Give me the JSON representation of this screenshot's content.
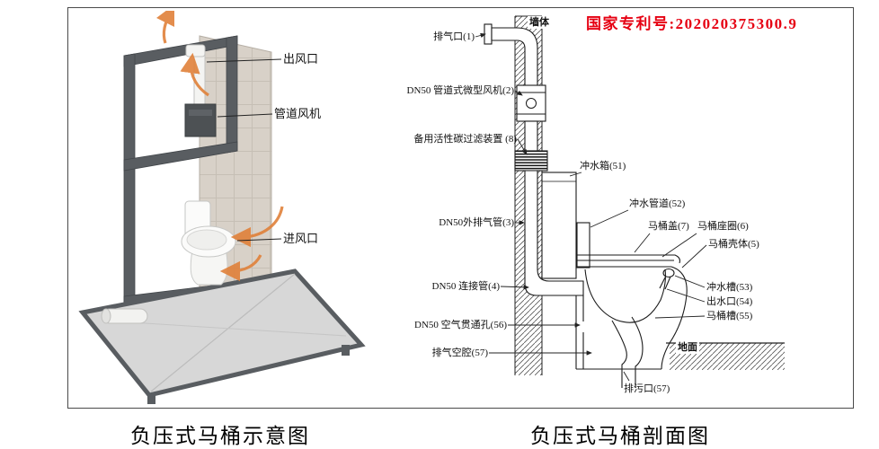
{
  "patent": {
    "label": "国家专利号:202020375300.9",
    "color": "#e60012"
  },
  "colors": {
    "patent_red": "#e60012",
    "airflow_orange": "#e0813a",
    "frame_gray": "#595d61"
  },
  "left_panel": {
    "caption": "负压式马桶示意图",
    "labels": {
      "air_outlet": "出风口",
      "duct_fan": "管道风机",
      "air_inlet": "进风口"
    }
  },
  "right_panel": {
    "caption": "负压式马桶剖面图",
    "labels": {
      "wall": "墙体",
      "ground": "地面",
      "exhaust_port": "排气口(1)",
      "duct_fan": "DN50 管道式微型风机(2)",
      "carbon_filter": "备用活性碳过滤装置 (8)",
      "outer_exhaust_pipe": "DN50外排气管(3)",
      "connecting_pipe": "DN50 连接管(4)",
      "air_through_hole": "DN50 空气贯通孔(56)",
      "exhaust_cavity": "排气空腔(57)",
      "flush_tank": "冲水箱(51)",
      "flush_pipe": "冲水管道(52)",
      "toilet_lid": "马桶盖(7)",
      "toilet_seat_ring": "马桶座圈(6)",
      "toilet_shell": "马桶壳体(5)",
      "flush_channel": "冲水槽(53)",
      "water_outlet": "出水口(54)",
      "toilet_channel": "马桶槽(55)",
      "drain_outlet": "排污口(57)"
    }
  }
}
